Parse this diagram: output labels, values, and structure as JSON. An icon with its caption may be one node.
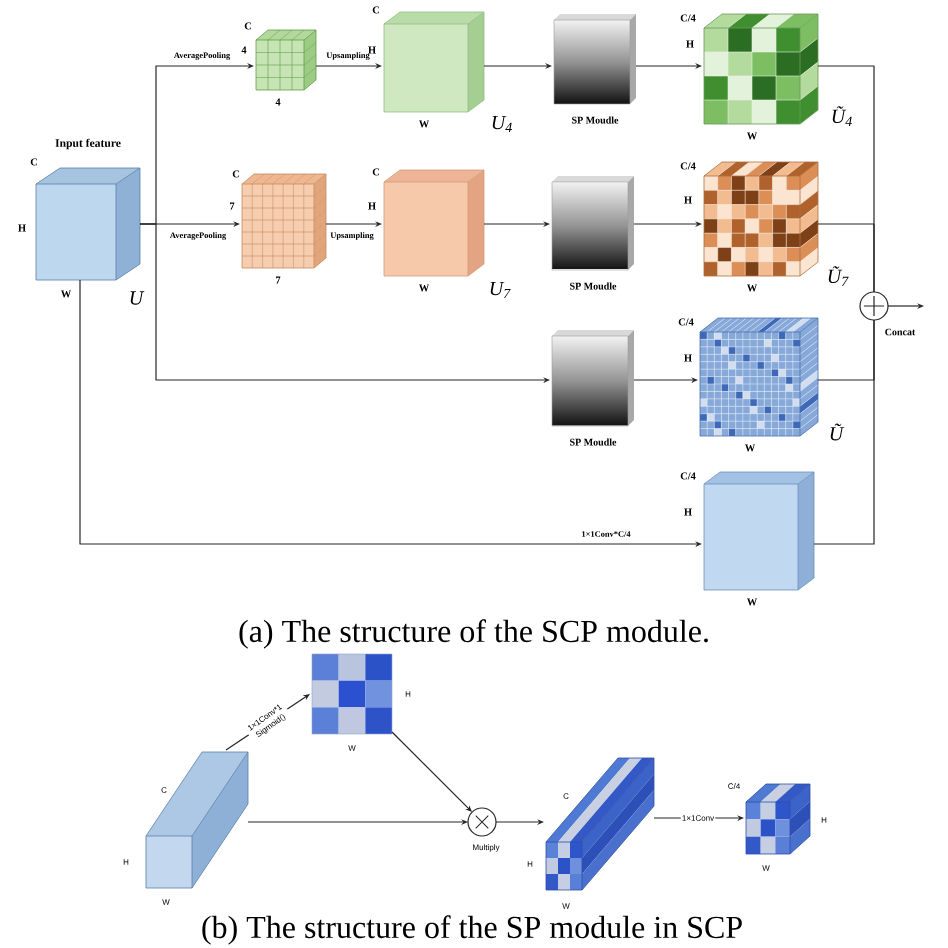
{
  "diagram": {
    "nodes": [
      {
        "text": [],
        "shape": "box",
        "beside": [
          "Input feature",
          "C",
          "H",
          "W",
          "U"
        ]
      },
      {
        "text": [],
        "shape": "box",
        "beside": [
          "C",
          "4",
          "4"
        ]
      },
      {
        "text": [],
        "shape": "box",
        "beside": [
          "C",
          "H",
          "W",
          "U$_{4}$"
        ]
      },
      {
        "text": [],
        "shape": "box",
        "beside": [
          "SP Moudle"
        ]
      },
      {
        "text": [],
        "shape": "box",
        "beside": [
          "C/4",
          "H",
          "W",
          "Ũ$_{4}$"
        ]
      },
      {
        "text": [],
        "shape": "box",
        "beside": [
          "C",
          "7",
          "7"
        ]
      },
      {
        "text": [],
        "shape": "box",
        "beside": [
          "C",
          "H",
          "W",
          "U$_{7}$"
        ]
      },
      {
        "text": [],
        "shape": "box",
        "beside": [
          "SP Moudle"
        ]
      },
      {
        "text": [],
        "shape": "box",
        "beside": [
          "C/4",
          "H",
          "W",
          "Ũ$_{7}$"
        ]
      },
      {
        "text": [],
        "shape": "circle",
        "beside": [
          "Concat"
        ]
      },
      {
        "text": [],
        "shape": "box",
        "beside": [
          "SP Moudle"
        ]
      },
      {
        "text": [],
        "shape": "box",
        "beside": [
          "C/4",
          "H",
          "W",
          "Ũ"
        ]
      },
      {
        "text": [],
        "shape": "box",
        "beside": [
          "C/4",
          "H",
          "W"
        ]
      },
      {
        "text": [],
        "shape": "box",
        "beside": [
          "C",
          "H",
          "W"
        ]
      },
      {
        "text": [],
        "shape": "box",
        "beside": [
          "H",
          "W"
        ]
      },
      {
        "text": [],
        "shape": "circle",
        "beside": [
          "Multiply"
        ]
      },
      {
        "text": [],
        "shape": "box",
        "beside": [
          "C",
          "H",
          "W"
        ]
      },
      {
        "text": [],
        "shape": "box",
        "beside": [
          "C/4",
          "H",
          "W"
        ]
      }
    ],
    "edges": [
      {
        "from": 0,
        "to": 1,
        "arrow": "to",
        "label": "AveragePooling"
      },
      {
        "from": 1,
        "to": 2,
        "arrow": "to",
        "label": "Upsampling"
      },
      {
        "from": 2,
        "to": 3,
        "arrow": "to"
      },
      {
        "from": 3,
        "to": 4,
        "arrow": "to"
      },
      {
        "from": 4,
        "to": 9,
        "arrow": "none"
      },
      {
        "from": 0,
        "to": 5,
        "arrow": "to",
        "label": "AveragePooling"
      },
      {
        "from": 5,
        "to": 6,
        "arrow": "to",
        "label": "Upsampling"
      },
      {
        "from": 6,
        "to": 7,
        "arrow": "to"
      },
      {
        "from": 7,
        "to": 8,
        "arrow": "to"
      },
      {
        "from": 8,
        "to": 9,
        "arrow": "none"
      },
      {
        "from": 0,
        "to": 10,
        "arrow": "to"
      },
      {
        "from": 10,
        "to": 11,
        "arrow": "to"
      },
      {
        "from": 11,
        "to": 9,
        "arrow": "none"
      },
      {
        "from": 0,
        "to": 12,
        "arrow": "to",
        "label": "1×1Conv*C/4"
      },
      {
        "from": 12,
        "to": 9,
        "arrow": "none"
      },
      {
        "from": 9,
        "to": null,
        "arrow": "to"
      },
      {
        "from": 13,
        "to": 14,
        "arrow": "to",
        "label": "1×1Conv*1 Sigmoid()"
      },
      {
        "from": 14,
        "to": 15,
        "arrow": "to"
      },
      {
        "from": 13,
        "to": 15,
        "arrow": "to"
      },
      {
        "from": 15,
        "to": 16,
        "arrow": "to"
      },
      {
        "from": 16,
        "to": 17,
        "arrow": "to",
        "label": "1×1Conv"
      }
    ],
    "labels": [
      "(a) The structure of the SCP module.",
      "(b) The structure of the SP module in SCP"
    ]
  }
}
